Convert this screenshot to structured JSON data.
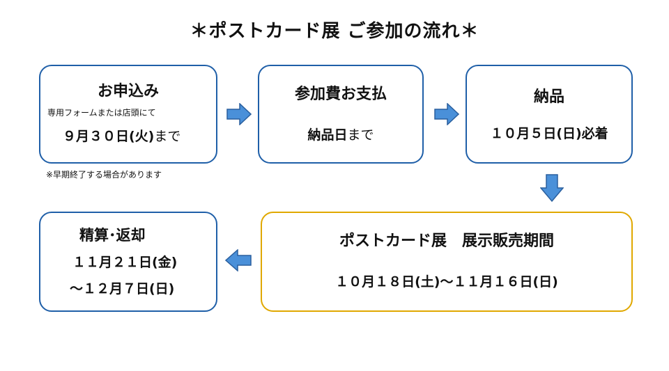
{
  "title": "＊ポストカード展 ご参加の流れ＊",
  "steps": {
    "apply": {
      "heading": "お申込み",
      "sub": "専用フォームまたは店頭にて",
      "deadline_bold": "９月３０日(火)",
      "deadline_tail": "まで",
      "note": "※早期終了する場合があります"
    },
    "payment": {
      "heading": "参加費お支払",
      "deadline_bold": "納品日",
      "deadline_tail": "まで"
    },
    "delivery": {
      "heading": "納品",
      "date": "１０月５日(日)必着"
    },
    "exhibition": {
      "heading": "ポストカード展　展示販売期間",
      "period": "１０月１８日(土)～１１月１６日(日)"
    },
    "settlement": {
      "heading": "精算･返却",
      "line1": "１１月２１日(金)",
      "line2": "～１２月７日(日)"
    }
  },
  "colors": {
    "box_border_blue": "#1f5fa8",
    "box_border_yellow": "#e0a800",
    "arrow_fill": "#4a90d9",
    "arrow_stroke": "#2a5f9e"
  },
  "icons": {
    "arrow_right": "arrow-right-icon",
    "arrow_down": "arrow-down-icon",
    "arrow_left": "arrow-left-icon"
  }
}
